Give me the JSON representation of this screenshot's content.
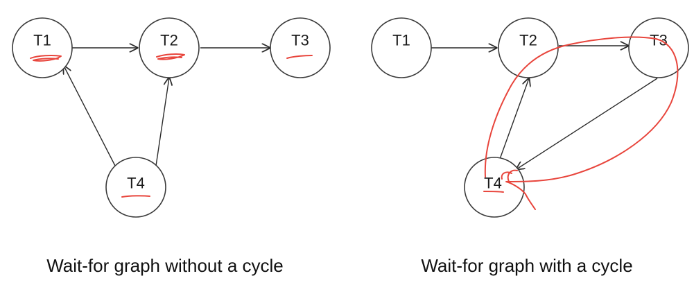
{
  "left_graph": {
    "caption": "Wait-for graph without a cycle",
    "nodes": [
      {
        "id": "T1",
        "label": "T1"
      },
      {
        "id": "T2",
        "label": "T2"
      },
      {
        "id": "T3",
        "label": "T3"
      },
      {
        "id": "T4",
        "label": "T4"
      }
    ],
    "edges": [
      {
        "from": "T1",
        "to": "T2"
      },
      {
        "from": "T2",
        "to": "T3"
      },
      {
        "from": "T4",
        "to": "T1"
      },
      {
        "from": "T4",
        "to": "T2"
      }
    ]
  },
  "right_graph": {
    "caption": "Wait-for graph with a cycle",
    "nodes": [
      {
        "id": "T1",
        "label": "T1"
      },
      {
        "id": "T2",
        "label": "T2"
      },
      {
        "id": "T3",
        "label": "T3"
      },
      {
        "id": "T4",
        "label": "T4"
      }
    ],
    "edges": [
      {
        "from": "T1",
        "to": "T2"
      },
      {
        "from": "T2",
        "to": "T3"
      },
      {
        "from": "T3",
        "to": "T4"
      },
      {
        "from": "T4",
        "to": "T2"
      }
    ]
  },
  "colors": {
    "annotation": "#e8453c",
    "line": "#2a2a2a"
  }
}
